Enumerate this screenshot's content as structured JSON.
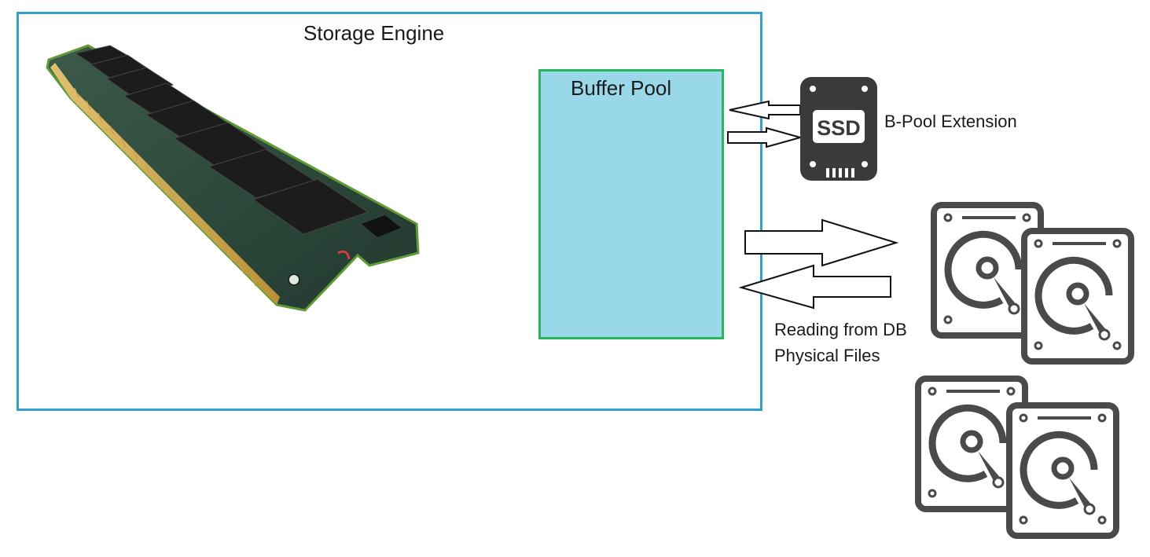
{
  "diagram": {
    "storage_engine_label": "Storage Engine",
    "buffer_pool_label": "Buffer Pool",
    "ssd_icon_text": "SSD",
    "ssd_label": "B-Pool Extension",
    "read_label_line1": "Reading from DB",
    "read_label_line2": "Physical Files"
  },
  "icons": [
    "ram-module-image",
    "ssd-icon",
    "hard-disk-icon"
  ],
  "colors": {
    "storage_border": "#2fa0d0",
    "buffer_pool_fill": "#99d8e9",
    "buffer_pool_border": "#2db55d",
    "ssd_body": "#3a3a3a",
    "hdd_stroke": "#4a4a4a"
  }
}
